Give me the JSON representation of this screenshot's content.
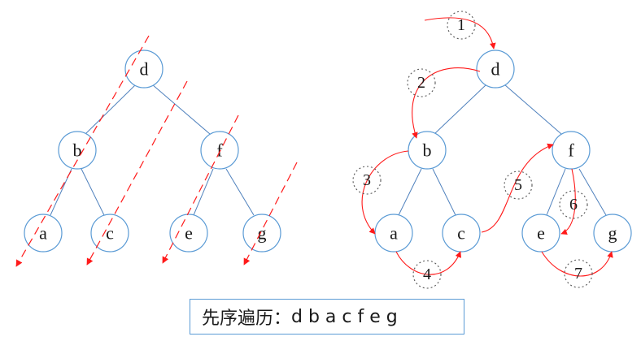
{
  "left_tree": {
    "nodes": {
      "root": "d",
      "left": "b",
      "right": "f",
      "left_left": "a",
      "left_right": "c",
      "right_left": "e",
      "right_right": "g"
    }
  },
  "right_tree": {
    "nodes": {
      "root": "d",
      "left": "b",
      "right": "f",
      "left_left": "a",
      "left_right": "c",
      "right_left": "e",
      "right_right": "g"
    },
    "steps": [
      "1",
      "2",
      "3",
      "4",
      "5",
      "6",
      "7"
    ]
  },
  "caption": {
    "label": "先序遍历：",
    "sequence": "d b a c f e g"
  },
  "colors": {
    "node_stroke": "#5b9bd5",
    "edge": "#4f81bd",
    "arrow": "#ff1a1a"
  }
}
